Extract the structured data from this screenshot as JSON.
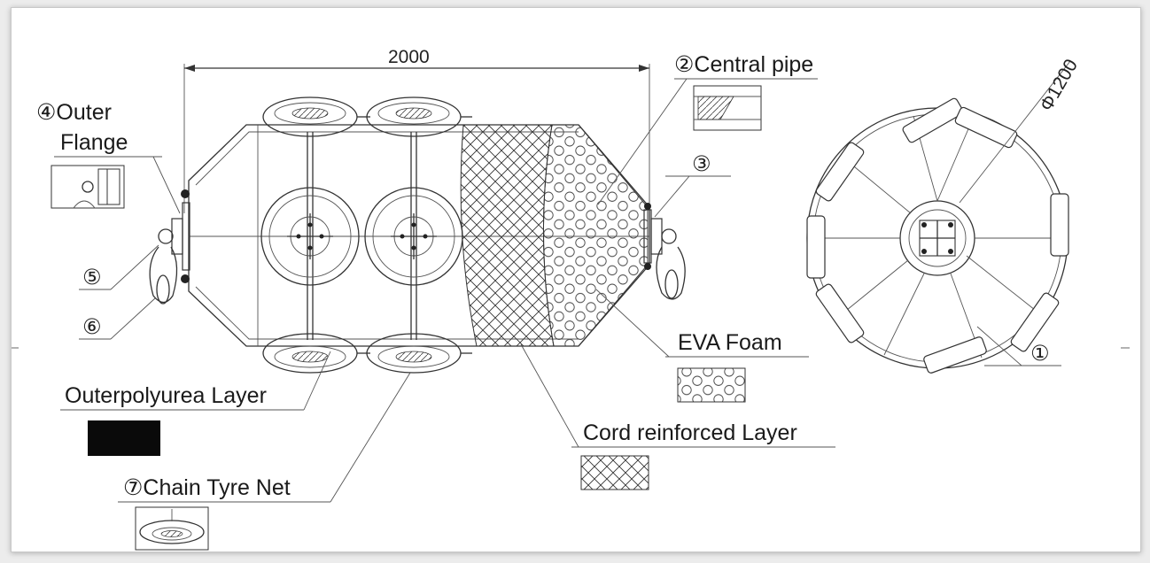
{
  "dimensions": {
    "length": "2000",
    "diameter": "Φ1200"
  },
  "labels": {
    "central_pipe": "②Central pipe",
    "marker_3": "③",
    "outer_flange_line1": "④Outer",
    "outer_flange_line2": "Flange",
    "marker_5": "⑤",
    "marker_6": "⑥",
    "marker_1": "①",
    "eva_foam": "EVA Foam",
    "outer_polyurea": "Outerpolyurea Layer",
    "cord_reinforced": "Cord reinforced Layer",
    "chain_tyre_net": "⑦Chain Tyre Net"
  },
  "colors": {
    "line": "#333333",
    "polyurea_swatch": "#0a0a0a",
    "background": "#ffffff"
  },
  "icons": {
    "eva_swatch": "hexagon-pattern-icon",
    "cord_swatch": "crosshatch-pattern-icon"
  }
}
